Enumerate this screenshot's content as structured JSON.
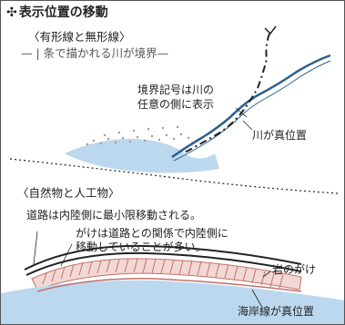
{
  "title": {
    "mark": "✣",
    "text": "表示位置の移動"
  },
  "section_upper": {
    "heading": "〈有形線と無形線〉",
    "subheading": "— | 条で描かれる川が境界—",
    "label_symbol": [
      "境界記号は川の",
      "任意の側に表示"
    ],
    "label_river": "川が真位置"
  },
  "section_lower": {
    "heading": "〈自然物と人工物〉",
    "label_road": "道路は内陸側に最小限移動される。",
    "label_cliff": [
      "がけは道路との関係で内陸側に",
      "移動していることが多い。"
    ],
    "label_rock": "岩のがけ",
    "label_coast": "海岸線が真位置"
  },
  "colors": {
    "water": "#bcd8ee",
    "river_line": "#2f5f8f",
    "cliff": "#c4706a",
    "ink": "#222222"
  }
}
